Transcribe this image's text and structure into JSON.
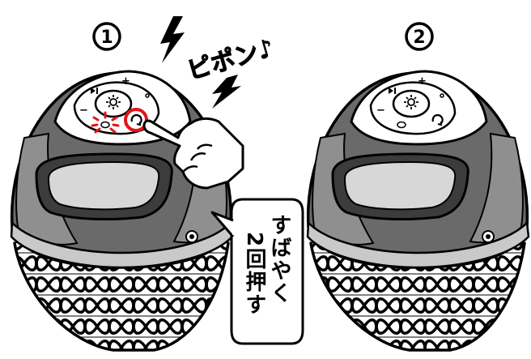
{
  "steps": [
    {
      "number": "1"
    },
    {
      "number": "2"
    }
  ],
  "sound_effect": {
    "text": "ピポン♪"
  },
  "callout": {
    "lines": [
      "すばやく",
      "2回押す"
    ]
  },
  "colors": {
    "ink": "#000000",
    "paper": "#ffffff",
    "highlight": "#e0151c",
    "body_gray": "#4a4a4a",
    "band_gray": "#8c8c8c",
    "grille_gray": "#c8c8c8"
  },
  "icons": [
    "power-icon",
    "play-pause-icon",
    "volume-up-icon",
    "volume-down-icon",
    "light-icon",
    "party-link-icon",
    "finger-pointer-icon",
    "lightning-icon",
    "music-note-icon"
  ]
}
